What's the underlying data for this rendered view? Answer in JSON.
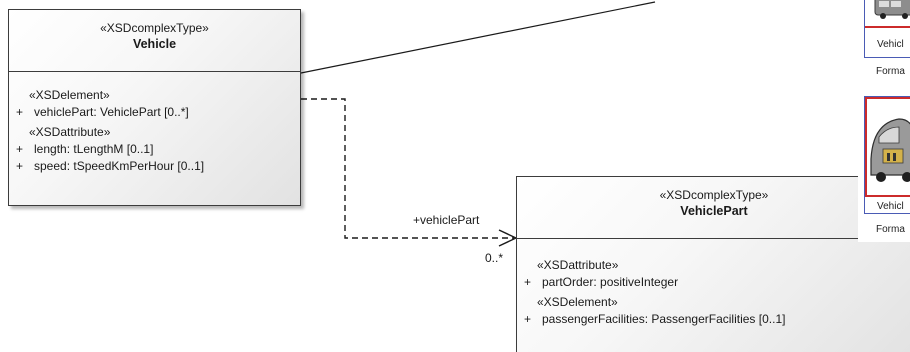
{
  "diagram": {
    "vehicle": {
      "stereotype": "«XSDcomplexType»",
      "name": "Vehicle",
      "compartments": [
        {
          "stereotype": "«XSDelement»",
          "members": [
            {
              "visibility": "+",
              "text": "vehiclePart: VehiclePart [0..*]"
            }
          ]
        },
        {
          "stereotype": "«XSDattribute»",
          "members": [
            {
              "visibility": "+",
              "text": "length: tLengthM [0..1]"
            },
            {
              "visibility": "+",
              "text": "speed: tSpeedKmPerHour [0..1]"
            }
          ]
        }
      ]
    },
    "vehicle_part": {
      "stereotype": "«XSDcomplexType»",
      "name": "VehiclePart",
      "compartments": [
        {
          "stereotype": "«XSDattribute»",
          "members": [
            {
              "visibility": "+",
              "text": "partOrder: positiveInteger"
            }
          ]
        },
        {
          "stereotype": "«XSDelement»",
          "members": [
            {
              "visibility": "+",
              "text": "passengerFacilities: PassengerFacilities [0..1]"
            }
          ]
        }
      ]
    },
    "association": {
      "role_label": "+vehiclePart",
      "multiplicity": "0..*"
    },
    "thumbnails": [
      {
        "caption": "Vehicl",
        "format_label": "Forma"
      },
      {
        "caption": "Vehicl",
        "format_label": "Forma"
      }
    ]
  },
  "colors": {
    "border": "#3c3c3c",
    "thumbnail_frame": "#4a5bb5",
    "thumbnail_accent": "#cc2b2b"
  }
}
